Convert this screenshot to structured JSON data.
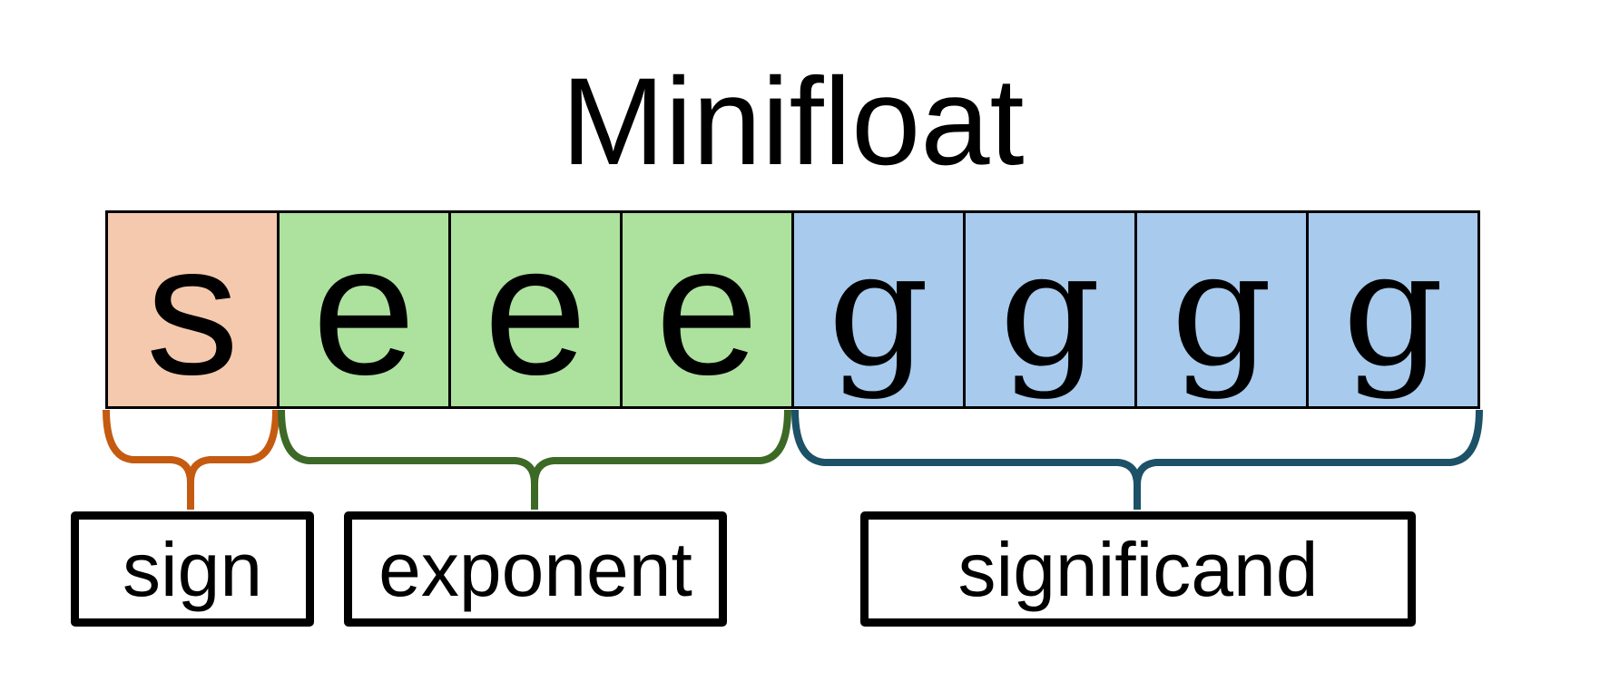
{
  "title": "Minifloat",
  "bitfield": {
    "cells": [
      {
        "label": "s",
        "group": "sign"
      },
      {
        "label": "e",
        "group": "exponent"
      },
      {
        "label": "e",
        "group": "exponent"
      },
      {
        "label": "e",
        "group": "exponent"
      },
      {
        "label": "g",
        "group": "significand"
      },
      {
        "label": "g",
        "group": "significand"
      },
      {
        "label": "g",
        "group": "significand"
      },
      {
        "label": "g",
        "group": "significand"
      }
    ]
  },
  "groups": [
    {
      "name": "sign",
      "label": "sign",
      "bits": 1,
      "fill": "#F5C9AE",
      "brace_color": "#C55A11"
    },
    {
      "name": "exponent",
      "label": "exponent",
      "bits": 3,
      "fill": "#ADE19E",
      "brace_color": "#3C6926"
    },
    {
      "name": "significand",
      "label": "significand",
      "bits": 4,
      "fill": "#A7CAED",
      "brace_color": "#1C5168"
    }
  ],
  "colors": {
    "background": "#FFFFFF",
    "cell_border": "#000000",
    "label_box_border": "#000000",
    "text": "#000000"
  }
}
